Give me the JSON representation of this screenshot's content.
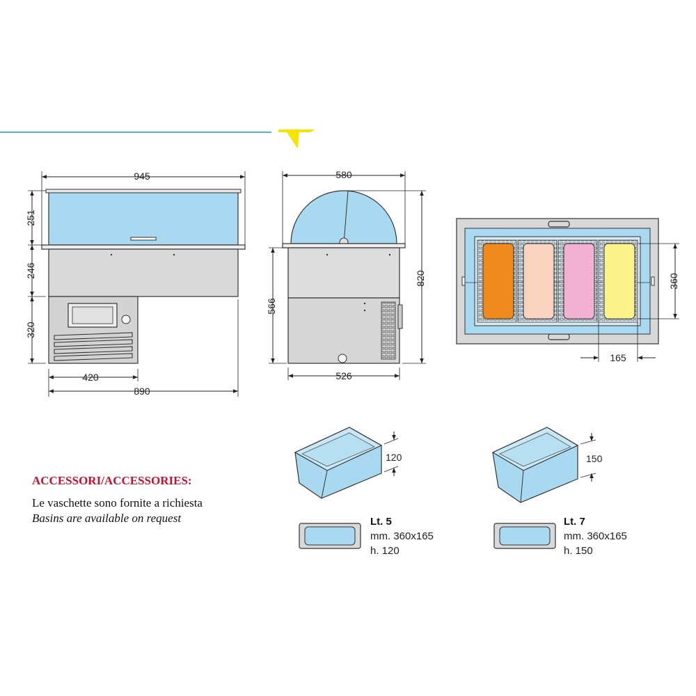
{
  "front_view": {
    "width_top": "945",
    "height_glass": "251",
    "height_body": "246",
    "height_unit": "320",
    "width_unit": "420",
    "width_base": "890"
  },
  "side_view": {
    "width_top": "580",
    "height_total": "820",
    "height_body": "566",
    "width_base": "526"
  },
  "top_view": {
    "basin_depth": "360",
    "basin_width": "165",
    "basin_colors": [
      "#f08a1c",
      "#f7d3c0",
      "#f2b0d2",
      "#fbf28a"
    ]
  },
  "accessories": {
    "title": "ACCESSORI/ACCESSORIES:",
    "line_it": "Le vaschette sono fornite a richiesta",
    "line_en": "Basins are available on request"
  },
  "basins": [
    {
      "height_dim": "120",
      "name": "Lt. 5",
      "size": "mm. 360x165",
      "height": "h. 120"
    },
    {
      "height_dim": "150",
      "name": "Lt. 7",
      "size": "mm. 360x165",
      "height": "h. 150"
    }
  ],
  "colors": {
    "glass": "#a9d9f0",
    "steel": "#d8d8d8",
    "accent_line": "#2a8fc0",
    "star": "#f5e400",
    "title_red": "#c8102e"
  }
}
